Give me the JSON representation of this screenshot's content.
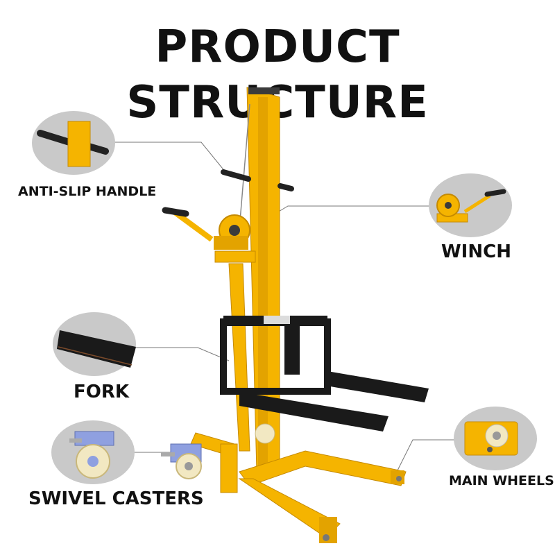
{
  "title": "PRODUCT STRUCTURE",
  "callouts": {
    "handle": "ANTI-SLIP HANDLE",
    "winch": "WINCH",
    "fork": "FORK",
    "casters": "SWIVEL CASTERS",
    "main_wheels": "MAIN WHEELS"
  },
  "colors": {
    "frame_yellow": "#f5b400",
    "fork_black": "#1a1a1a",
    "bubble_gray": "#c9c9c9",
    "caster_blue": "#8fa0e0",
    "wheel_cream": "#f2e8c2"
  }
}
